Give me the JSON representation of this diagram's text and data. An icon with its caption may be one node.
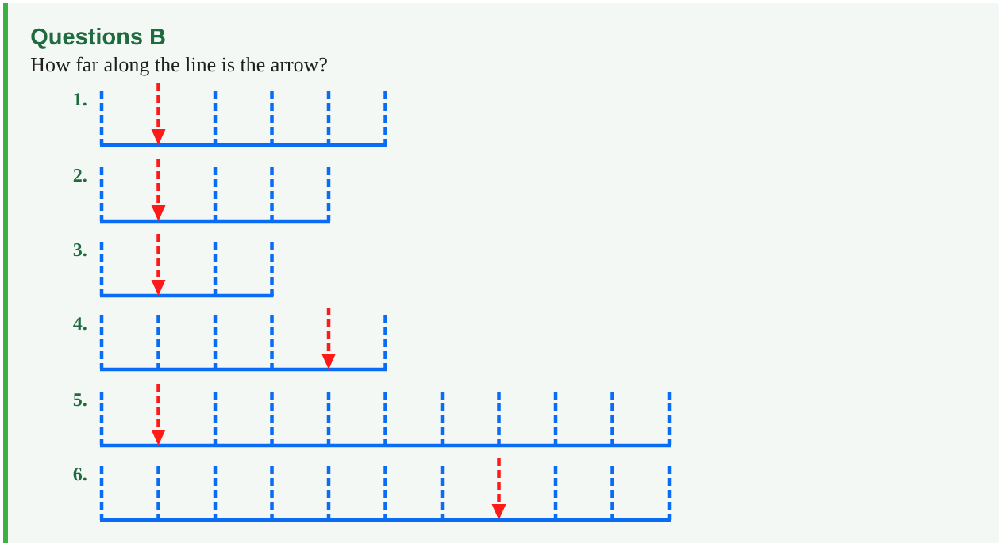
{
  "diagram": {
    "title": "Questions B",
    "labels": [
      "How far along the line is the arrow?",
      "1.",
      "2.",
      "3.",
      "4.",
      "5.",
      "6."
    ]
  }
}
